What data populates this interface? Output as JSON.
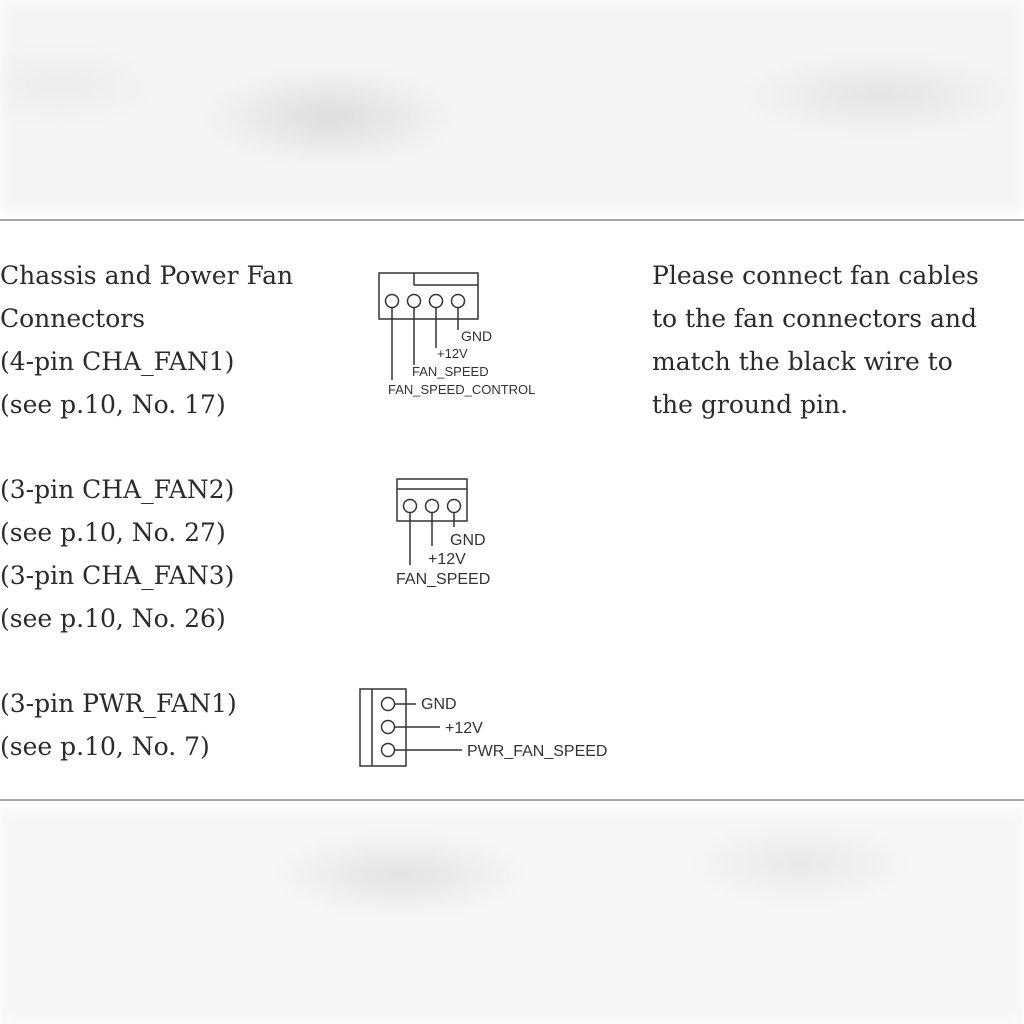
{
  "sections": {
    "chassis": {
      "title_line1": "Chassis and Power Fan",
      "title_line2": "Connectors",
      "connector": "(4-pin CHA_FAN1)",
      "reference": "(see p.10, No. 17)",
      "pins": {
        "gnd": "GND",
        "v12": "+12V",
        "fan_speed": "FAN_SPEED",
        "fan_speed_control": "FAN_SPEED_CONTROL"
      },
      "note": {
        "line1": "Please connect fan cables",
        "line2": "to the fan connectors and",
        "line3": "match the black wire to",
        "line4": "the ground pin."
      }
    },
    "cha_fan23": {
      "connector1": "(3-pin CHA_FAN2)",
      "reference1": "(see p.10, No. 27)",
      "connector2": "(3-pin CHA_FAN3)",
      "reference2": "(see p.10, No. 26)",
      "pins": {
        "gnd": "GND",
        "v12": "+12V",
        "fan_speed": "FAN_SPEED"
      }
    },
    "pwr_fan": {
      "connector": "(3-pin PWR_FAN1)",
      "reference": "(see p.10, No. 7)",
      "pins": {
        "gnd": "GND",
        "v12": "+12V",
        "pwr_fan_speed": "PWR_FAN_SPEED"
      }
    }
  }
}
